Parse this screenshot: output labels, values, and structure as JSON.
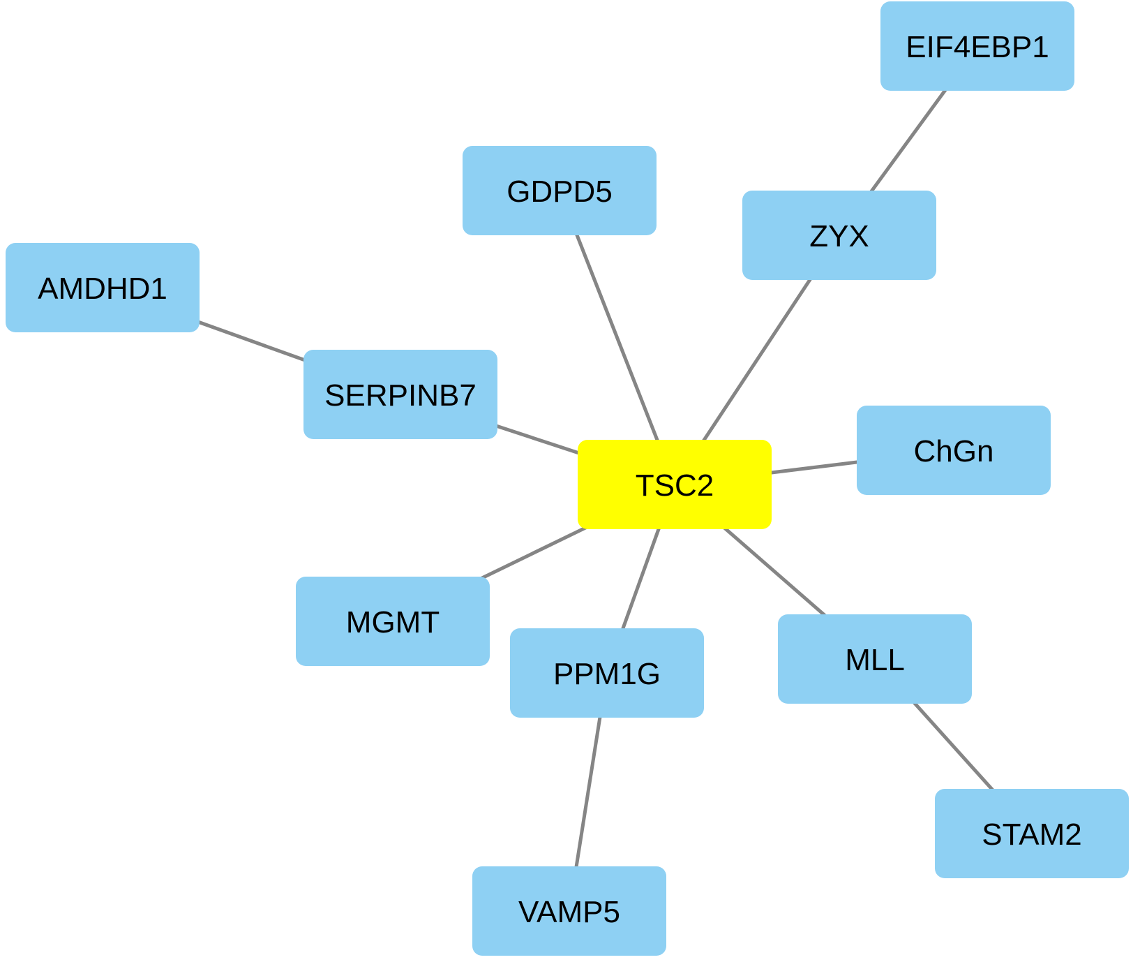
{
  "diagram": {
    "colors": {
      "hub_fill": "#ffff00",
      "node_fill": "#8ed0f3",
      "edge": "#858585",
      "text": "#000000"
    },
    "nodes": [
      {
        "id": "TSC2",
        "label": "TSC2",
        "role": "hub"
      },
      {
        "id": "EIF4EBP1",
        "label": "EIF4EBP1",
        "role": "node"
      },
      {
        "id": "GDPD5",
        "label": "GDPD5",
        "role": "node"
      },
      {
        "id": "ZYX",
        "label": "ZYX",
        "role": "node"
      },
      {
        "id": "AMDHD1",
        "label": "AMDHD1",
        "role": "node"
      },
      {
        "id": "SERPINB7",
        "label": "SERPINB7",
        "role": "node"
      },
      {
        "id": "ChGn",
        "label": "ChGn",
        "role": "node"
      },
      {
        "id": "MGMT",
        "label": "MGMT",
        "role": "node"
      },
      {
        "id": "PPM1G",
        "label": "PPM1G",
        "role": "node"
      },
      {
        "id": "MLL",
        "label": "MLL",
        "role": "node"
      },
      {
        "id": "STAM2",
        "label": "STAM2",
        "role": "node"
      },
      {
        "id": "VAMP5",
        "label": "VAMP5",
        "role": "node"
      }
    ],
    "edges": [
      {
        "source": "TSC2",
        "target": "GDPD5"
      },
      {
        "source": "TSC2",
        "target": "ZYX"
      },
      {
        "source": "ZYX",
        "target": "EIF4EBP1"
      },
      {
        "source": "TSC2",
        "target": "SERPINB7"
      },
      {
        "source": "SERPINB7",
        "target": "AMDHD1"
      },
      {
        "source": "TSC2",
        "target": "ChGn"
      },
      {
        "source": "TSC2",
        "target": "MGMT"
      },
      {
        "source": "TSC2",
        "target": "PPM1G"
      },
      {
        "source": "PPM1G",
        "target": "VAMP5"
      },
      {
        "source": "TSC2",
        "target": "MLL"
      },
      {
        "source": "MLL",
        "target": "STAM2"
      }
    ]
  }
}
